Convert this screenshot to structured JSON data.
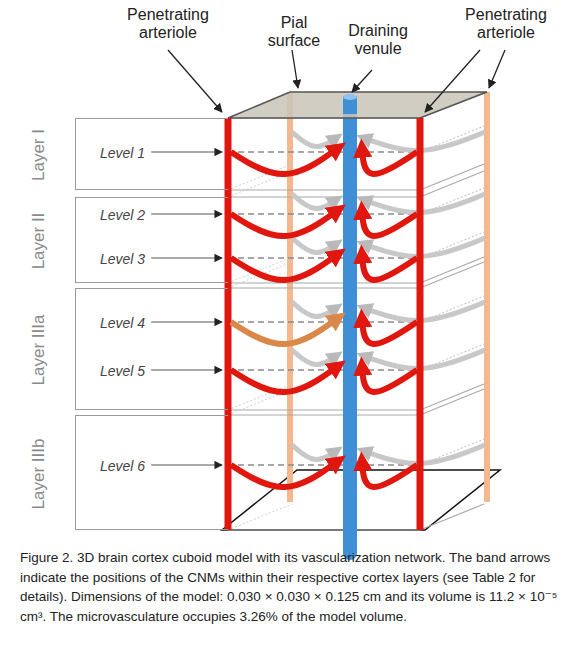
{
  "diagram": {
    "caption": "Figure 2. 3D brain cortex cuboid model with its vascularization network. The band arrows indicate the positions of the CNMs within their respective cortex layers (see Table 2 for details). Dimensions of the model: 0.030 × 0.030 × 0.125 cm and its volume is 11.2 × 10⁻⁵ cm³. The microvasculature occupies 3.26% of the model volume.",
    "nodes": [
      {
        "text": [
          "Layer I",
          "Level 1"
        ]
      },
      {
        "text": [
          "Layer II",
          "Level 2",
          "Level 3"
        ]
      },
      {
        "text": [
          "Layer IIIa",
          "Level 4",
          "Level 5"
        ]
      },
      {
        "text": [
          "Layer IIIb",
          "Level 6"
        ]
      }
    ],
    "labels": [
      "Penetrating arteriole",
      "Pial surface",
      "Draining venule",
      "Penetrating arteriole"
    ]
  }
}
